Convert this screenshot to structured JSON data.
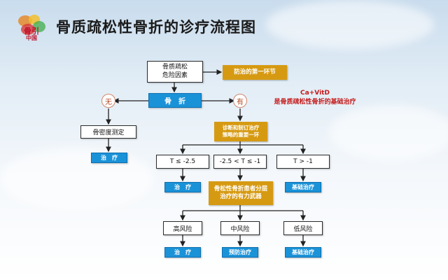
{
  "title": "骨质疏松性骨折的诊疗流程图",
  "logo_text": "骨引中国",
  "nodes": {
    "risk": "骨质疏松\n危险因素",
    "prevention": "防治的第一环节",
    "fracture": "骨　折",
    "no": "无",
    "yes": "有",
    "bmd": "骨密度测定",
    "treat_left": "治　疗",
    "diagnosis": "诊断和制订治疗\n策略的重要一环",
    "t_low": "T ≤ -2.5",
    "t_mid": "-2.5 < T ≤ -1",
    "t_high": "T > -1",
    "treat_t_low": "治　疗",
    "basic_t_high": "基础治疗",
    "stratify": "骨松性骨折患者分层\n治疗的有力武器",
    "high_risk": "高风险",
    "mid_risk": "中风险",
    "low_risk": "低风险",
    "treat_high": "治　疗",
    "preventive": "预防治疗",
    "basic_low": "基础治疗"
  },
  "note": {
    "line1": "Ca+VitD",
    "line2": "是骨质疏松性骨折的基础治疗"
  },
  "colors": {
    "blue": "#1a92d8",
    "gold": "#d69a12",
    "red": "#c41919"
  }
}
